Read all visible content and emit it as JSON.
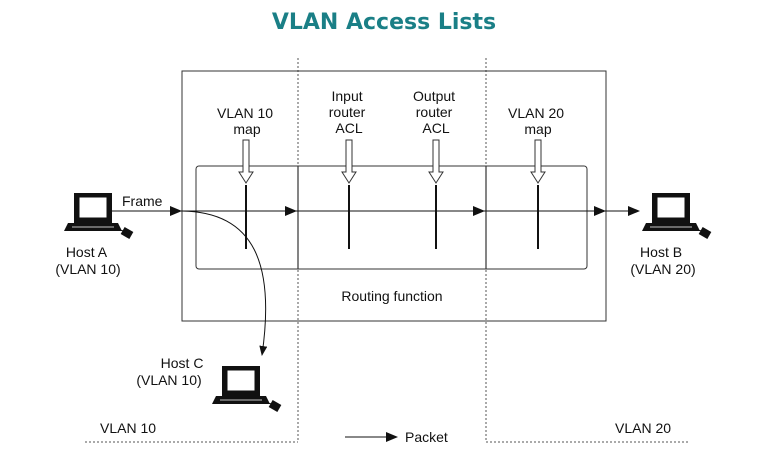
{
  "title": "VLAN Access Lists",
  "labels": {
    "vlan10_map": [
      "VLAN 10",
      "map"
    ],
    "input_acl": [
      "Input",
      "router",
      "ACL"
    ],
    "output_acl": [
      "Output",
      "router",
      "ACL"
    ],
    "vlan20_map": [
      "VLAN 20",
      "map"
    ],
    "frame": "Frame",
    "host_a": [
      "Host A",
      "(VLAN 10)"
    ],
    "host_b": [
      "Host B",
      "(VLAN 20)"
    ],
    "host_c": [
      "Host C",
      "(VLAN 10)"
    ],
    "routing_function": "Routing function",
    "vlan10_region": "VLAN 10",
    "vlan20_region": "VLAN 20",
    "legend_packet": "Packet"
  }
}
